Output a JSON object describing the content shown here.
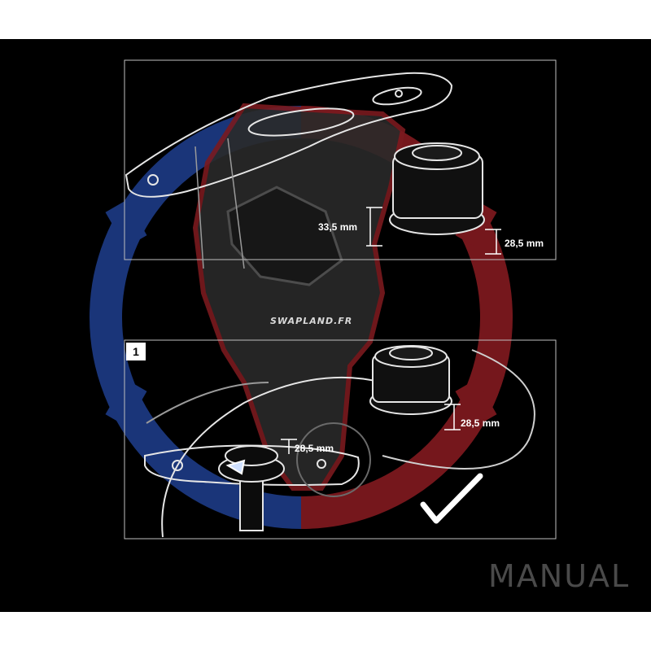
{
  "watermark": {
    "brand_text": "SWAPLAND.FR",
    "gear_left_color": "#1f3f8f",
    "gear_right_color": "#8a1c22",
    "logo_icon": "viking-helmet-logo"
  },
  "panel_top": {
    "dim_left": "33,5 mm",
    "dim_right": "28,5 mm"
  },
  "panel_bottom": {
    "step_number": "1",
    "dim_nut": "28,5 mm",
    "dim_installed": "28,5 mm",
    "check_icon": "checkmark-icon"
  },
  "footer": {
    "label": "MANUAL"
  }
}
